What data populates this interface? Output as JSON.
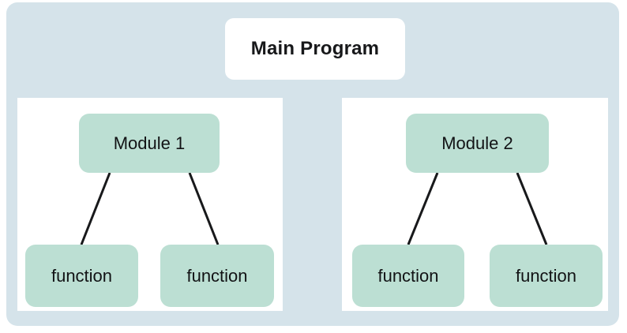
{
  "diagram": {
    "title_box": {
      "label": "Main Program",
      "bg_color": "#ffffff",
      "text_color": "#17181a"
    },
    "outer_container": {
      "bg_color": "#d5e3ea"
    },
    "panel_bg_color": "#ffffff",
    "node_color": "#bcdfd3",
    "connector_color": "#18191b",
    "groups": [
      {
        "name": "module-1-group",
        "module": {
          "label": "Module 1"
        },
        "functions": [
          {
            "label": "function"
          },
          {
            "label": "function"
          }
        ]
      },
      {
        "name": "module-2-group",
        "module": {
          "label": "Module 2"
        },
        "functions": [
          {
            "label": "function"
          },
          {
            "label": "function"
          }
        ]
      }
    ]
  }
}
